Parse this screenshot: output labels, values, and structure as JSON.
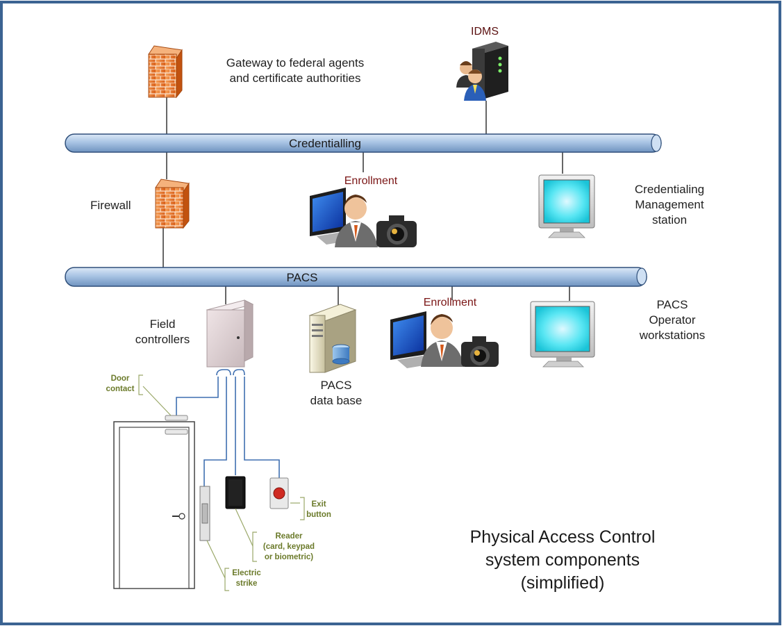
{
  "buses": {
    "credentialling": "Credentialling",
    "pacs": "PACS"
  },
  "labels": {
    "gateway": [
      "Gateway to federal agents",
      "and certificate authorities"
    ],
    "idms": "IDMS",
    "firewall": "Firewall",
    "enrollment_top": "Enrollment",
    "enrollment_bottom": "Enrollment",
    "cred_mgmt": [
      "Credentialing",
      "Management",
      "station"
    ],
    "field_controllers": [
      "Field",
      "controllers"
    ],
    "pacs_db": [
      "PACS",
      "data base"
    ],
    "pacs_operator": [
      "PACS",
      "Operator",
      "workstations"
    ]
  },
  "callouts": {
    "door_contact": [
      "Door",
      "contact"
    ],
    "exit_button": [
      "Exit",
      "button"
    ],
    "reader": [
      "Reader",
      "(card, keypad",
      "or biometric)"
    ],
    "electric_strike": [
      "Electric",
      "strike"
    ]
  },
  "title": [
    "Physical Access Control",
    "system components",
    "(simplified)"
  ],
  "colors": {
    "frame": "#3b6392",
    "bus": "#a9c4e4",
    "wire": "#3f6fb0",
    "callout_text": "#6b7a2a",
    "enrollment_text": "#7a1515"
  }
}
